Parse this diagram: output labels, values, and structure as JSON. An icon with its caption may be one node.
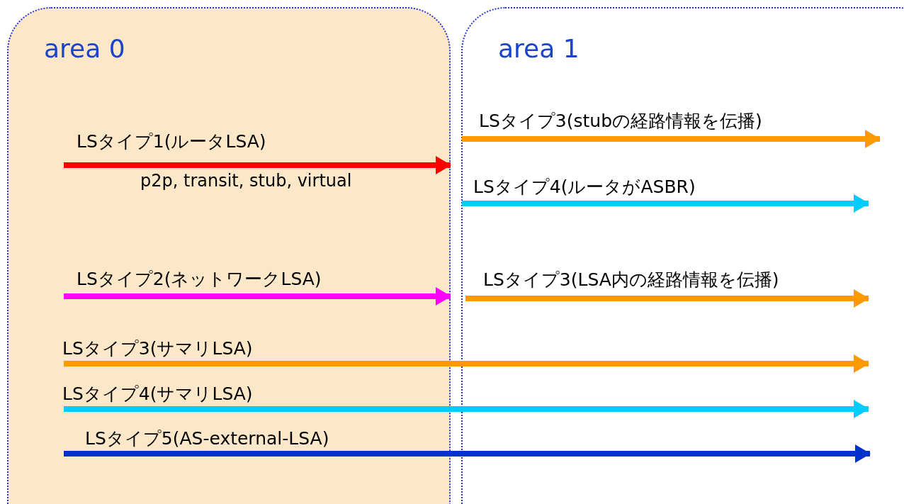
{
  "diagram": {
    "nodes": [
      {
        "text": [
          "area 0"
        ]
      },
      {
        "text": [
          "area 1"
        ]
      }
    ],
    "edges": [
      {
        "from": 0,
        "to": 1,
        "arrow": "to",
        "label": "LSタイプ1(ルータLSA)",
        "color": "#ff0000"
      },
      {
        "from": 0,
        "to": 1,
        "arrow": "to",
        "label": "LSタイプ2(ネットワークLSA)",
        "color": "#ff00ff"
      },
      {
        "from": 0,
        "to": 1,
        "arrow": "to",
        "label": "LSタイプ3(サマリLSA)",
        "color": "#ff9900"
      },
      {
        "from": 0,
        "to": 1,
        "arrow": "to",
        "label": "LSタイプ4(サマリLSA)",
        "color": "#00ccff"
      },
      {
        "from": 0,
        "to": 1,
        "arrow": "to",
        "label": "LSタイプ5(AS-external-LSA)",
        "color": "#0033cc"
      },
      {
        "from": null,
        "to": 1,
        "arrow": "to",
        "label": "LSタイプ3(stubの経路情報を伝播)",
        "color": "#ff9900"
      },
      {
        "from": null,
        "to": 1,
        "arrow": "to",
        "label": "LSタイプ4(ルータがASBR)",
        "color": "#00ccff"
      },
      {
        "from": null,
        "to": 1,
        "arrow": "to",
        "label": "LSタイプ3(LSA内の経路情報を伝播)",
        "color": "#ff9900"
      }
    ],
    "labels": [
      "p2p, transit, stub, virtual"
    ]
  }
}
